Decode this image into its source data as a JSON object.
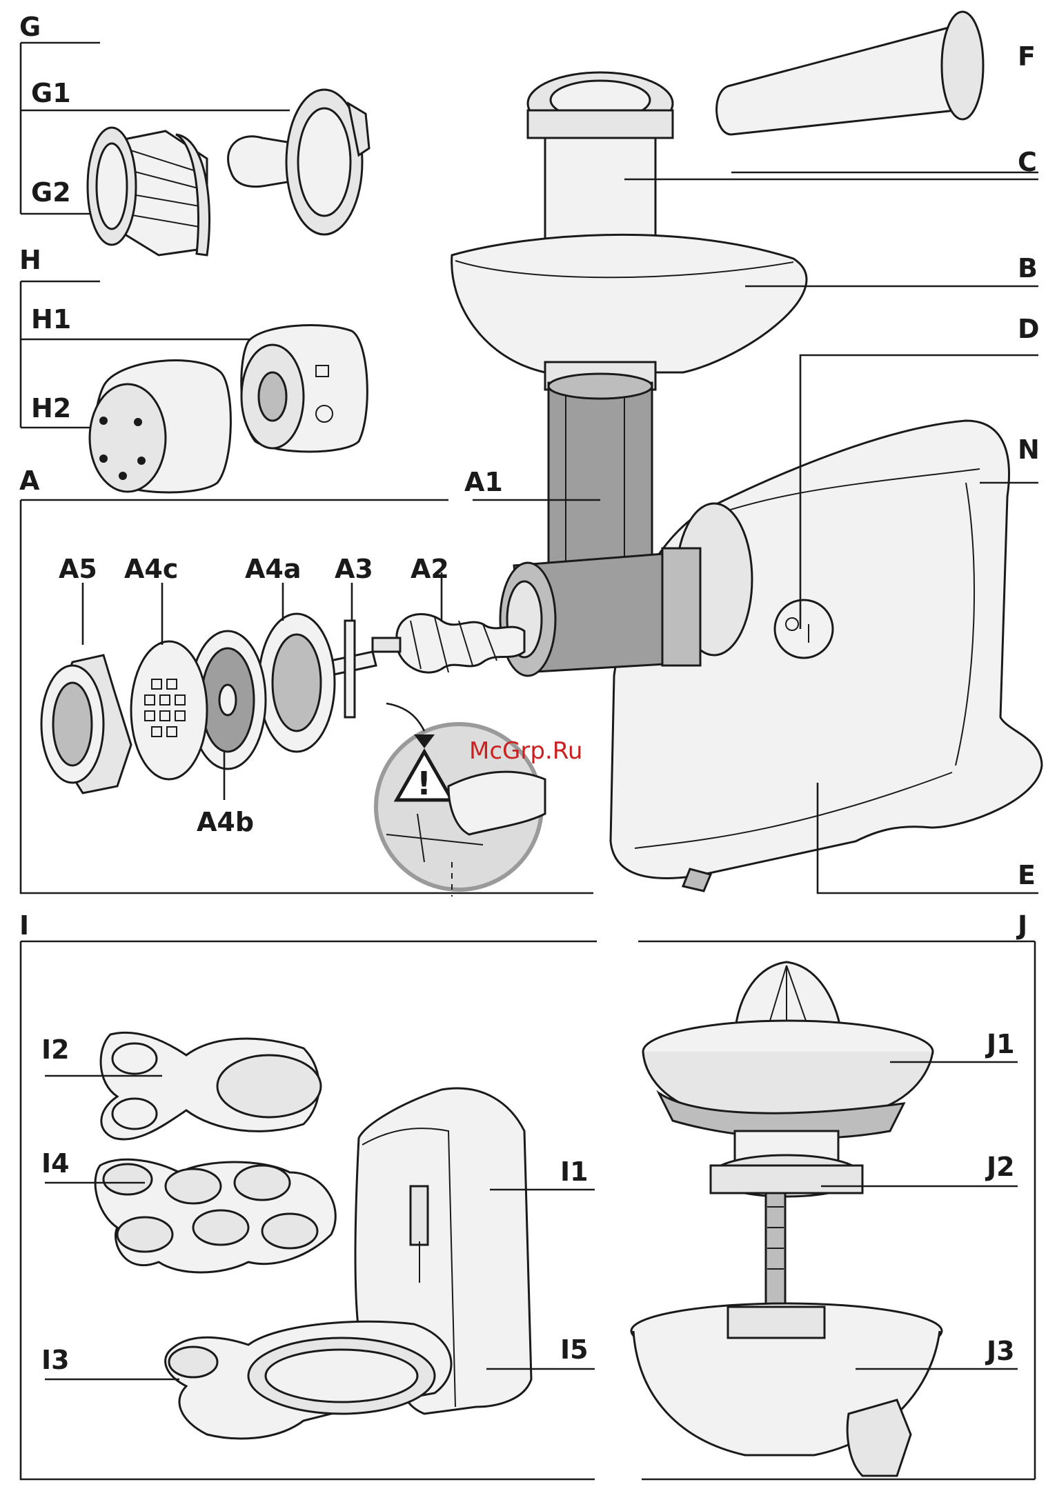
{
  "watermark": "McGrp.Ru",
  "labels": {
    "G": "G",
    "G1": "G1",
    "G2": "G2",
    "H": "H",
    "H1": "H1",
    "H2": "H2",
    "A": "A",
    "A1": "A1",
    "A2": "A2",
    "A3": "A3",
    "A4a": "A4a",
    "A4b": "A4b",
    "A4c": "A4c",
    "A5": "A5",
    "F": "F",
    "C": "C",
    "B": "B",
    "D": "D",
    "N": "N",
    "E": "E",
    "I": "I",
    "I1": "I1",
    "I2": "I2",
    "I3": "I3",
    "I4": "I4",
    "I5": "I5",
    "J": "J",
    "J1": "J1",
    "J2": "J2",
    "J3": "J3"
  },
  "icons": {
    "warning": "warning-triangle-icon",
    "switch": "power-switch-icon"
  },
  "colors": {
    "line": "#1a1a1a",
    "part_fill": "#e6e6e6",
    "metal_fill": "#9e9e9e",
    "watermark": "#cc1f1f"
  }
}
